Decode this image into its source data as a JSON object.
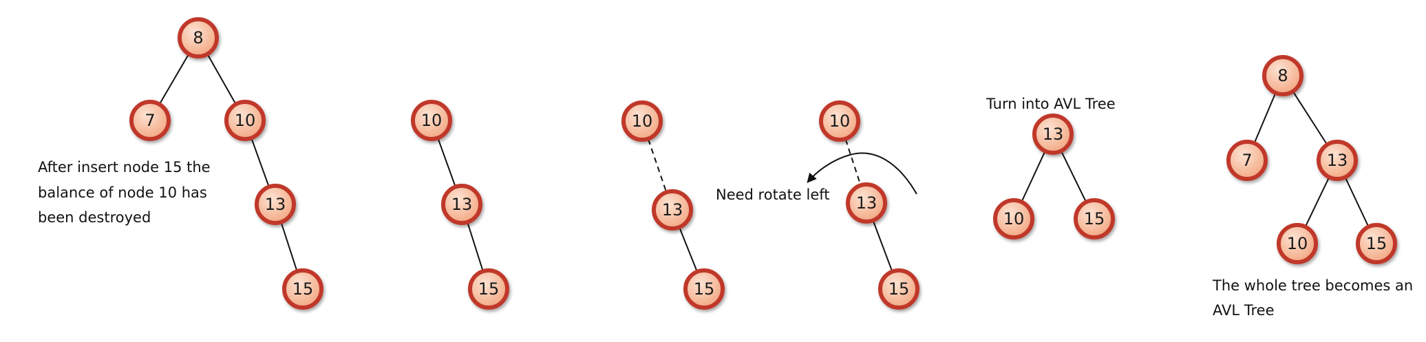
{
  "colors": {
    "node_fill_light": "#fde3d3",
    "node_fill_dark": "#f2a57f",
    "node_ring": "#c0392b",
    "edge": "#111111",
    "text": "#111111"
  },
  "panels": [
    {
      "id": "panel1",
      "nodes": [
        {
          "id": "p1n8",
          "label": "8"
        },
        {
          "id": "p1n7",
          "label": "7"
        },
        {
          "id": "p1n10",
          "label": "10"
        },
        {
          "id": "p1n13",
          "label": "13"
        },
        {
          "id": "p1n15",
          "label": "15"
        }
      ],
      "caption": [
        "After insert node 15 the",
        "balance of node 10 has",
        "been destroyed"
      ]
    },
    {
      "id": "panel2",
      "nodes": [
        {
          "id": "p2n10",
          "label": "10"
        },
        {
          "id": "p2n13",
          "label": "13"
        },
        {
          "id": "p2n15",
          "label": "15"
        }
      ]
    },
    {
      "id": "panel3",
      "nodes": [
        {
          "id": "p3n10",
          "label": "10"
        },
        {
          "id": "p3n13",
          "label": "13"
        },
        {
          "id": "p3n15",
          "label": "15"
        }
      ]
    },
    {
      "id": "panel4",
      "nodes": [
        {
          "id": "p4n10",
          "label": "10"
        },
        {
          "id": "p4n13",
          "label": "13"
        },
        {
          "id": "p4n15",
          "label": "15"
        }
      ],
      "caption": [
        "Need rotate left"
      ]
    },
    {
      "id": "panel5",
      "title": "Turn into AVL Tree",
      "nodes": [
        {
          "id": "p5n13",
          "label": "13"
        },
        {
          "id": "p5n10",
          "label": "10"
        },
        {
          "id": "p5n15",
          "label": "15"
        }
      ]
    },
    {
      "id": "panel6",
      "nodes": [
        {
          "id": "p6n8",
          "label": "8"
        },
        {
          "id": "p6n7",
          "label": "7"
        },
        {
          "id": "p6n13",
          "label": "13"
        },
        {
          "id": "p6n10",
          "label": "10"
        },
        {
          "id": "p6n15",
          "label": "15"
        }
      ],
      "caption": [
        "The whole tree becomes an",
        "AVL Tree"
      ]
    }
  ]
}
